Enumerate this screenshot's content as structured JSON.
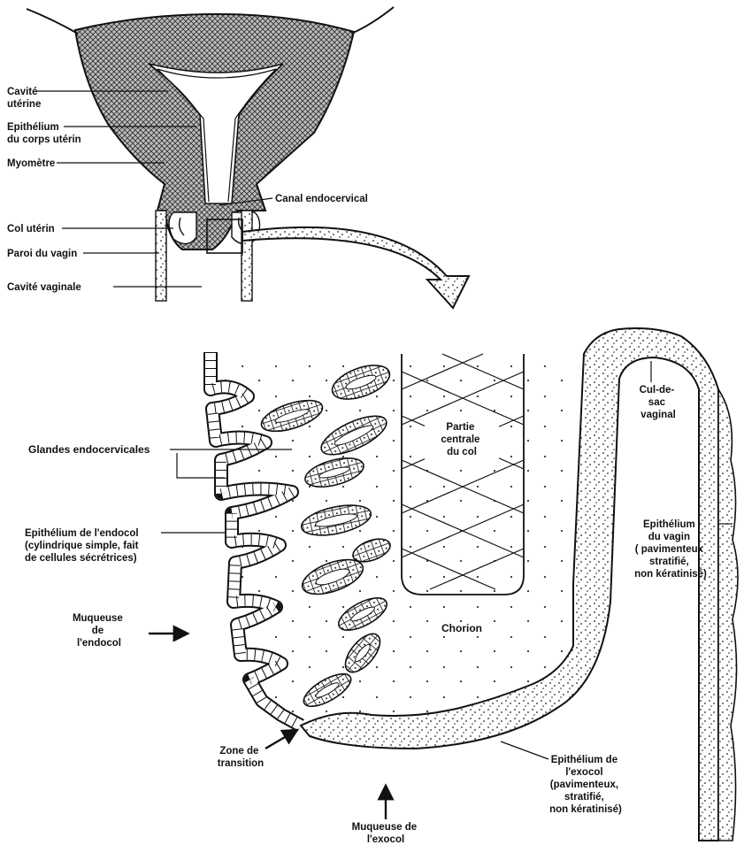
{
  "labels": {
    "cavite_uterine": [
      "Cavité",
      "utérine"
    ],
    "epithelium_corps": [
      "Epithélium",
      "du corps utérin"
    ],
    "myometre": "Myomètre",
    "canal_endocervical": "Canal endocervical",
    "col_uterin": "Col utérin",
    "paroi_vagin": "Paroi du vagin",
    "cavite_vaginale": "Cavité vaginale",
    "glandes_endocervicales": "Glandes endocervicales",
    "epithelium_endocol": [
      "Epithélium de l'endocol",
      "(cylindrique simple, fait",
      "de cellules sécrétrices)"
    ],
    "muqueuse_endocol": [
      "Muqueuse",
      "de",
      "l'endocol"
    ],
    "partie_centrale": [
      "Partie",
      "centrale",
      "du col"
    ],
    "chorion": "Chorion",
    "cul_de_sac": [
      "Cul-de-",
      "sac",
      "vaginal"
    ],
    "epithelium_vagin": [
      "Epithélium",
      "du vagin",
      "( pavimenteux",
      "stratifié,",
      "non kératinisé)"
    ],
    "zone_transition": [
      "Zone de",
      "transition"
    ],
    "epithelium_exocol": [
      "Epithélium de",
      "l'exocol",
      "(pavimenteux,",
      "stratifié,",
      "non kératinisé)"
    ],
    "muqueuse_exocol": [
      "Muqueuse de",
      "l'exocol"
    ]
  },
  "colors": {
    "ink": "#111111",
    "tissue_fill": "#f2f2f2",
    "paper": "#ffffff"
  }
}
